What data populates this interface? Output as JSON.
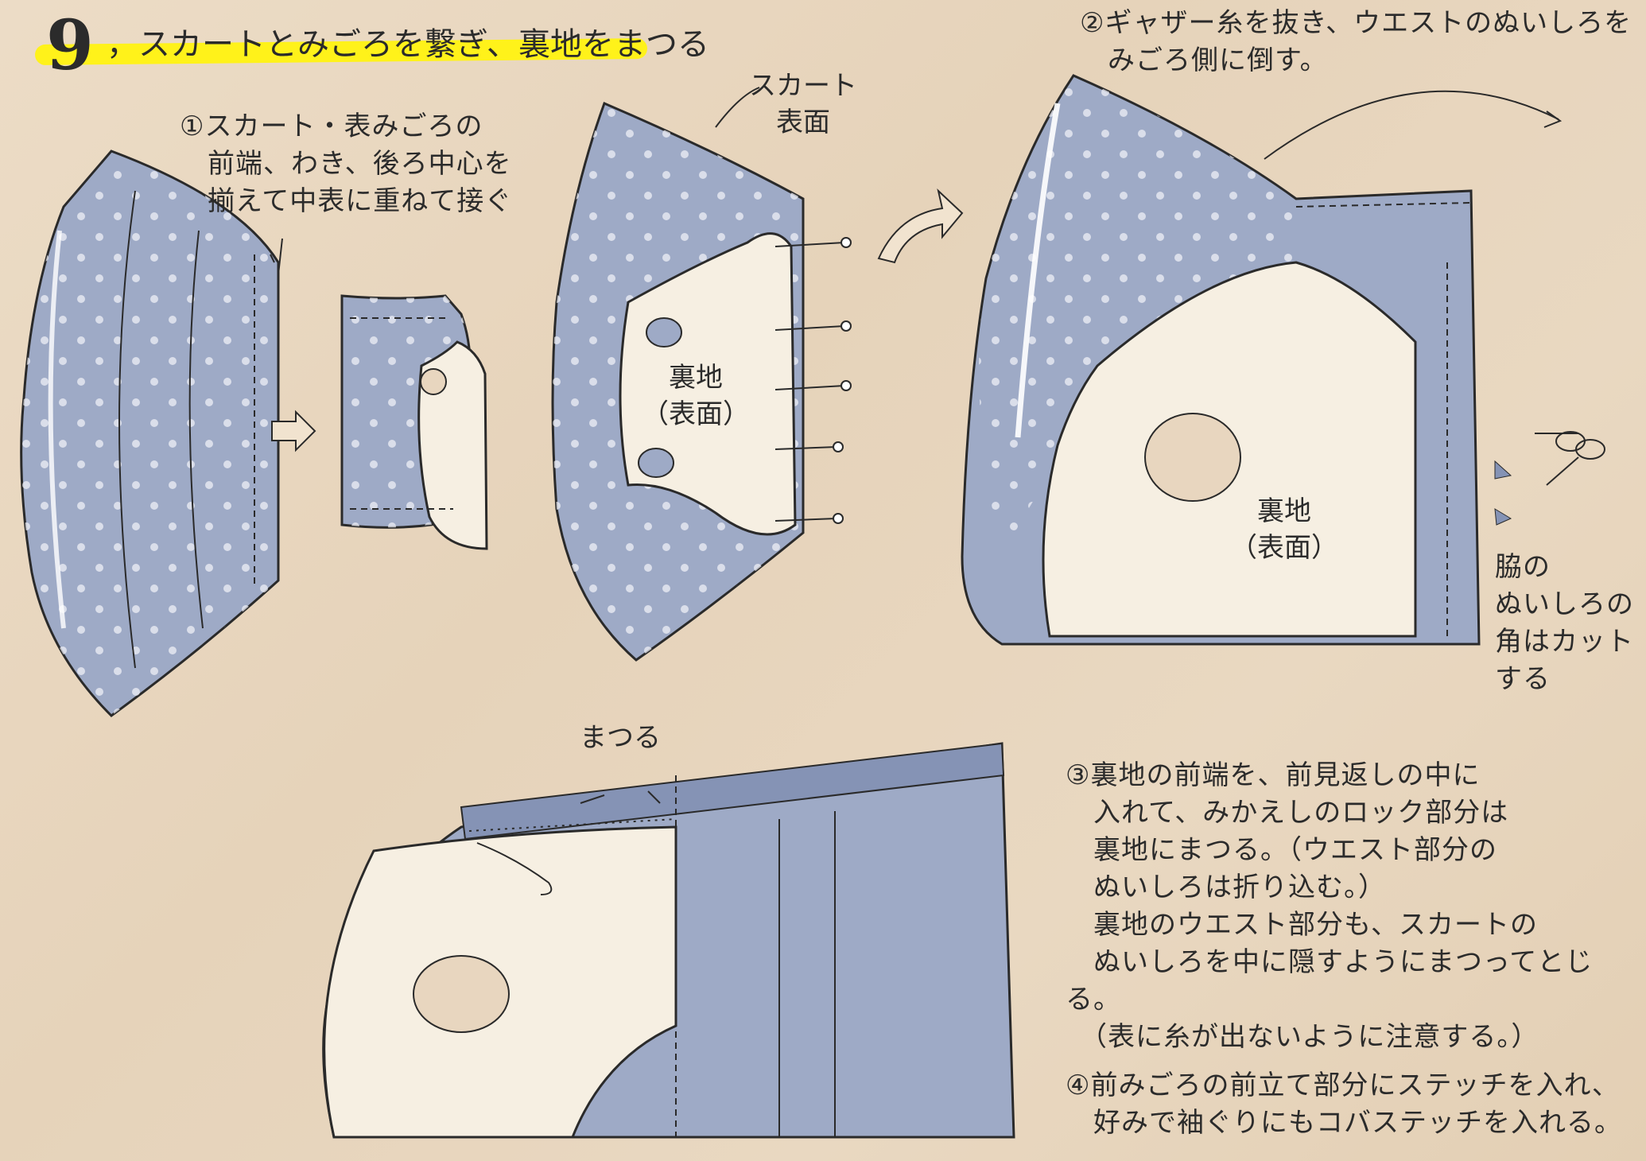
{
  "heading": {
    "number": "9",
    "title": "，スカートとみごろを繋ぎ、裏地をまつる"
  },
  "steps": {
    "step1": "①スカート・表みごろの\n　前端、わき、後ろ中心を\n　揃えて中表に重ねて接ぐ",
    "step2": "②ギャザー糸を抜き、ウエストのぬいしろを\n　みごろ側に倒す。",
    "step3": "③裏地の前端を、前見返しの中に\n　入れて、みかえしのロック部分は\n　裏地にまつる。（ウエスト部分の\n　ぬいしろは折り込む。）\n　裏地のウエスト部分も、スカートの\n　ぬいしろを中に隠すようにまつってとじる。\n　（表に糸が出ないように注意する。）",
    "step4": "④前みごろの前立て部分にステッチを入れ、\n　好みで袖ぐりにもコバステッチを入れる。"
  },
  "labels": {
    "skirt_outer": "スカート\n表面",
    "lining_outer_1": "裏地\n（表面）",
    "lining_outer_2": "裏地\n（表面）",
    "side_seam_note": "脇の\nぬいしろの\n角はカット\nする",
    "hem_stitch": "まつる"
  },
  "colors": {
    "fabric_blue": "#9eaac6",
    "fabric_blue_dark": "#8593b5",
    "lining_cream": "#f6efe2",
    "outline": "#2a2a2a",
    "highlight": "#fff21a",
    "background": "#e8d6bf"
  }
}
